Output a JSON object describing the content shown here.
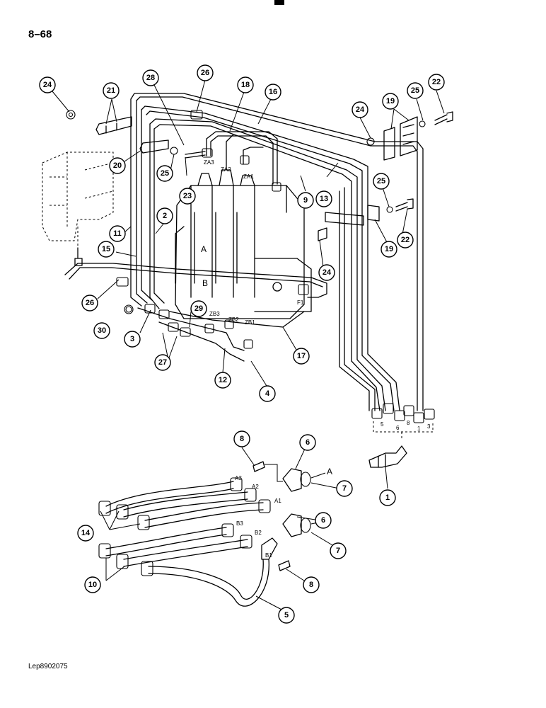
{
  "page": {
    "number": "8–68",
    "reference": "Lep8902075"
  },
  "callouts": [
    "24",
    "21",
    "28",
    "26",
    "18",
    "16",
    "24",
    "19",
    "25",
    "22",
    "20",
    "25",
    "23",
    "11",
    "2",
    "15",
    "26",
    "30",
    "3",
    "27",
    "29",
    "12",
    "4",
    "17",
    "24",
    "19",
    "22",
    "25",
    "9",
    "13",
    "8",
    "6",
    "7",
    "1",
    "14",
    "10",
    "6",
    "7",
    "8",
    "5"
  ],
  "port_labels": [
    "ZA3",
    "ZA2",
    "ZA1",
    "ZB3",
    "ZB2",
    "ZB1",
    "F1",
    "A",
    "B",
    "A3",
    "A2",
    "A1",
    "B3",
    "B2",
    "B1",
    "A",
    "B",
    "5",
    "6",
    "8",
    "1",
    "3"
  ]
}
